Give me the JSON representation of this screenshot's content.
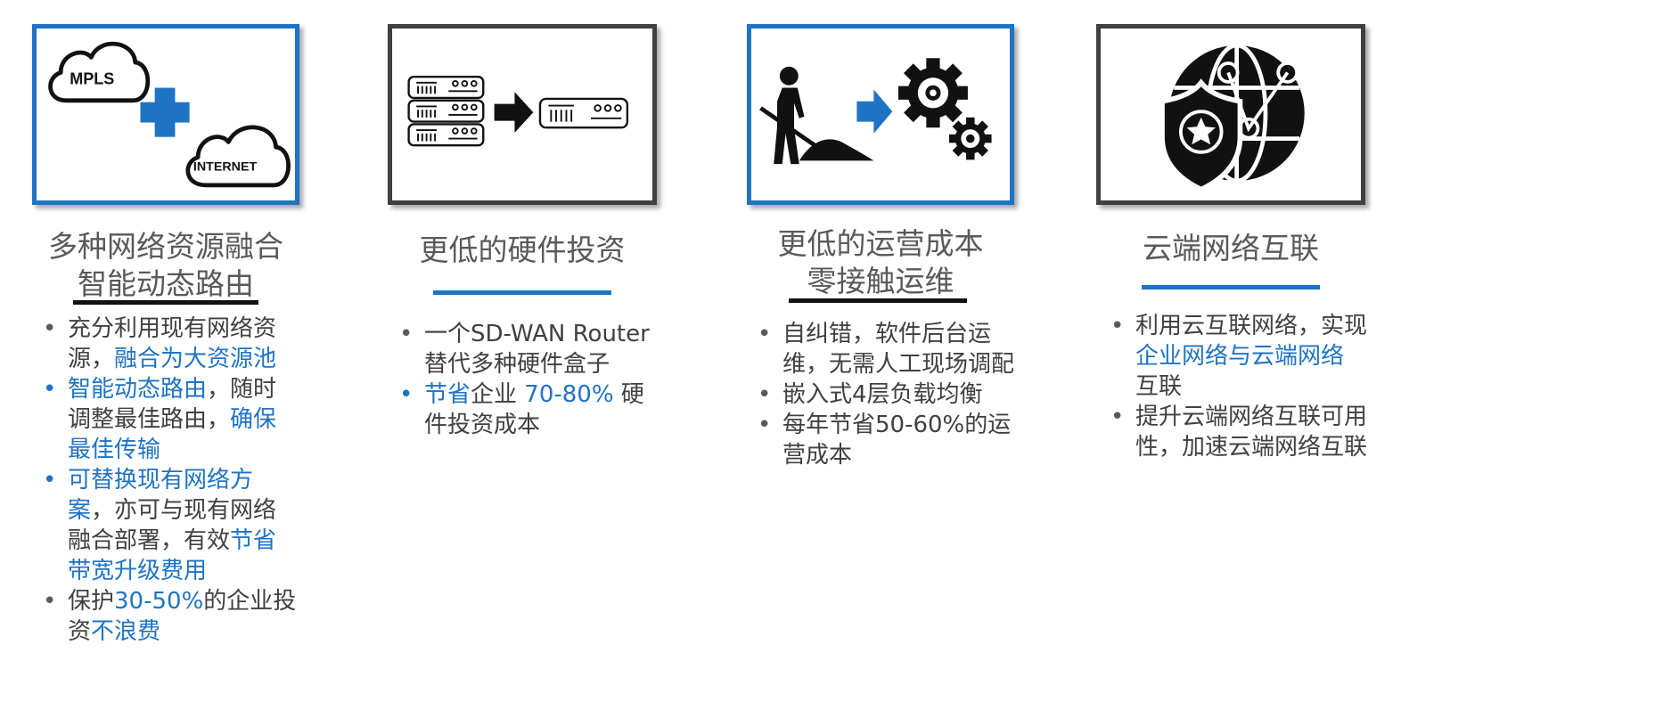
{
  "panels": [
    {
      "title_lines": [
        "多种网络资源融合",
        "智能动态路由"
      ],
      "icon_labels": {
        "cloud1": "MPLS",
        "cloud2": "INTERNET"
      },
      "bullets": [
        [
          "充分利用现有网络资源，",
          "融合为大资源池"
        ],
        [
          "智能动态路由",
          "，随时调整最佳路由，",
          "确保最佳传输"
        ],
        [
          "可替换现有网络方案",
          "，亦可与现有网络融合部署，有效",
          "节省带宽升级费用"
        ],
        [
          "保护",
          "30-50%",
          "的企业投资",
          "不浪费"
        ]
      ]
    },
    {
      "title_lines": [
        "更低的硬件投资"
      ],
      "bullets": [
        [
          "一个SD-WAN Router替代多种硬件盒子"
        ],
        [
          "节省",
          "企业 ",
          "70-80%",
          " 硬件投资成本"
        ]
      ]
    },
    {
      "title_lines": [
        "更低的运营成本",
        "零接触运维"
      ],
      "bullets": [
        [
          "自纠错，软件后台运维，无需人工现场调配"
        ],
        [
          "嵌入式4层负载均衡"
        ],
        [
          "每年节省50-60%的运营成本"
        ]
      ]
    },
    {
      "title_lines": [
        "云端网络互联"
      ],
      "bullets": [
        [
          "利用云互联网络，实现",
          "企业网络与云端网络",
          "互联"
        ],
        [
          "提升云端网络互联可用性，加速云端网络互联"
        ]
      ]
    }
  ],
  "colors": {
    "accent": "#1f73c4",
    "text": "#404040",
    "title": "#595959"
  },
  "icons": [
    "cloud-icon",
    "plus-icon",
    "server-rack-icon",
    "arrow-right-icon",
    "worker-shovel-icon",
    "gears-icon",
    "globe-shield-icon"
  ]
}
